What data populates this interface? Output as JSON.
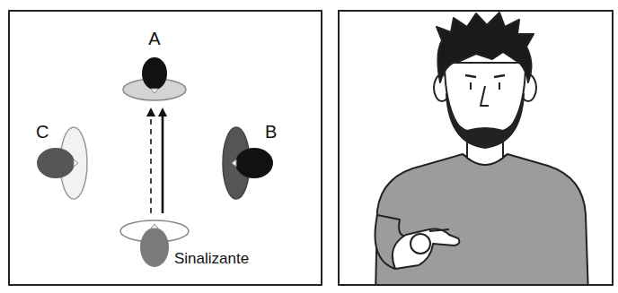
{
  "diagram": {
    "nodes": [
      {
        "text": [
          "A"
        ]
      },
      {
        "text": [
          "C"
        ]
      },
      {
        "text": [
          "B"
        ]
      },
      {
        "text": [
          "Sinalizante"
        ]
      }
    ],
    "edges": [
      {
        "from": 3,
        "to": 0,
        "arrow": "to"
      },
      {
        "from": 3,
        "to": 0,
        "arrow": "to"
      }
    ]
  }
}
